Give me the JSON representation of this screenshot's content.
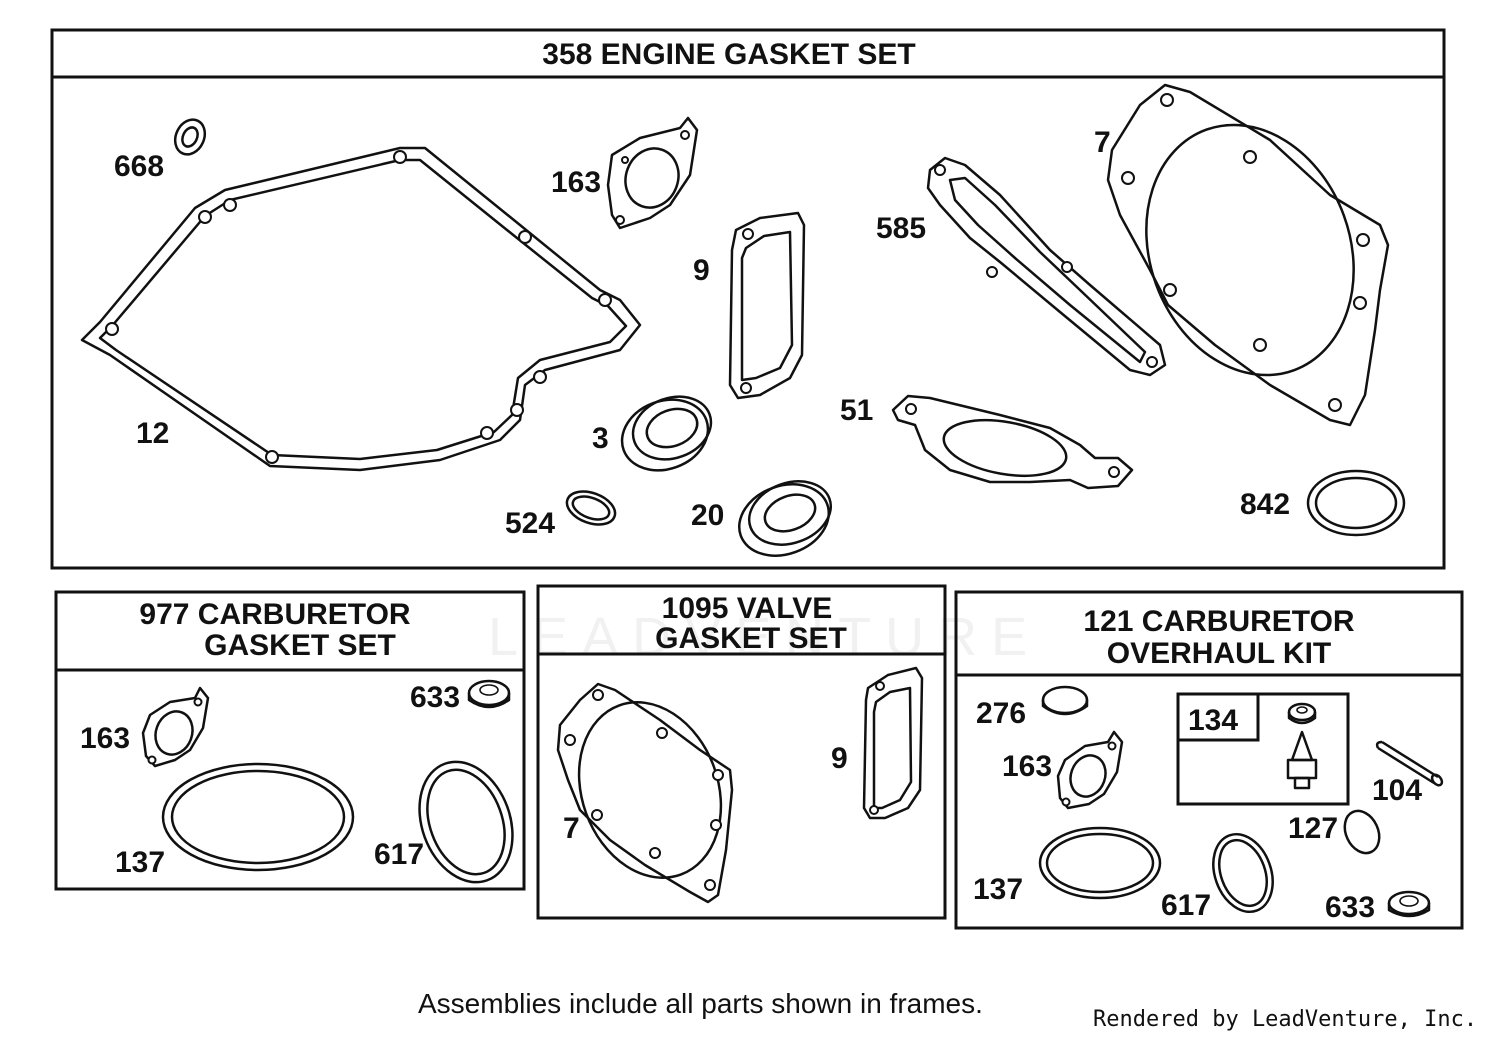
{
  "watermark": "LEADVENTURE",
  "frames": {
    "engine": {
      "title": "358 ENGINE GASKET SET"
    },
    "carb_gasket": {
      "title_line1": "977 CARBURETOR",
      "title_line2": "GASKET SET"
    },
    "valve": {
      "title_line1": "1095 VALVE",
      "title_line2": "GASKET SET"
    },
    "overhaul": {
      "title_line1": "121 CARBURETOR",
      "title_line2": "OVERHAUL KIT",
      "subkit_label": "134"
    }
  },
  "labels": {
    "engine": [
      "668",
      "163",
      "7",
      "585",
      "9",
      "12",
      "3",
      "51",
      "524",
      "20",
      "842"
    ],
    "carb_gasket": [
      "163",
      "633",
      "137",
      "617"
    ],
    "valve": [
      "9",
      "7"
    ],
    "overhaul": [
      "276",
      "163",
      "104",
      "127",
      "137",
      "617",
      "633"
    ]
  },
  "footer": {
    "note": "Assemblies include all parts shown in frames.",
    "credit": "Rendered by LeadVenture, Inc."
  }
}
